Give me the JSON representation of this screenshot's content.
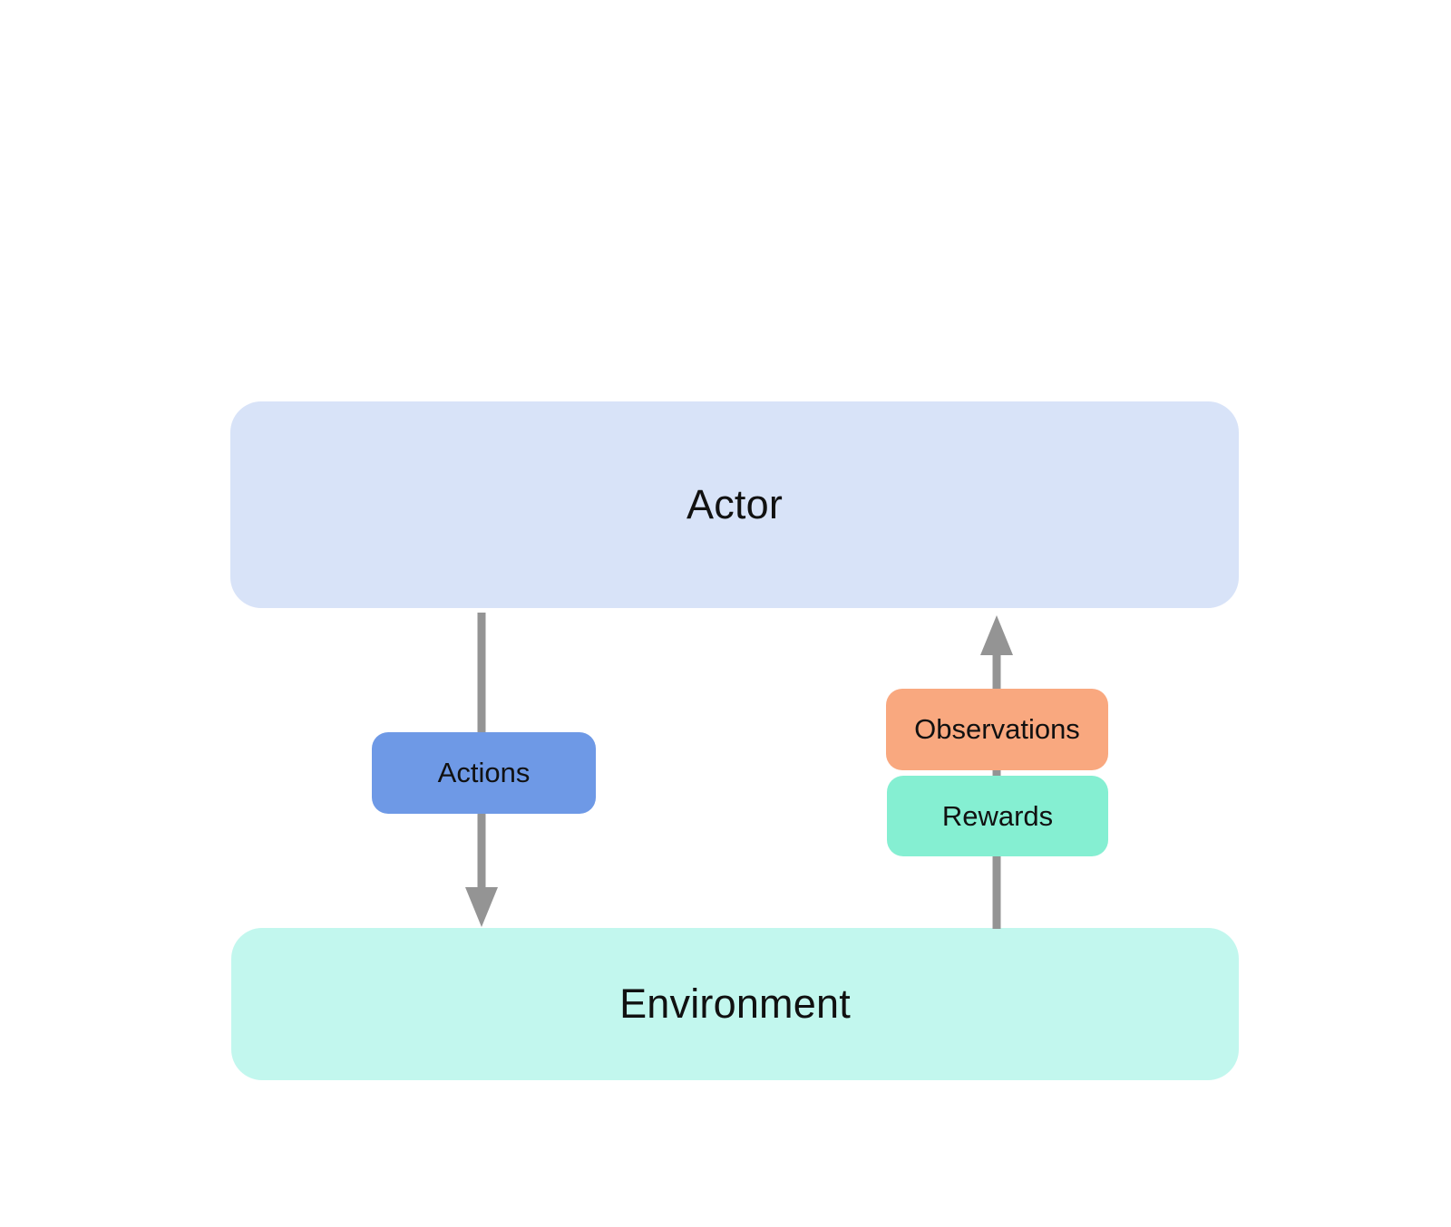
{
  "colors": {
    "background": "#ffffff",
    "text": "#111111",
    "actor_fill": "#d8e3f8",
    "environment_fill": "#c2f7ee",
    "actions_fill": "#6e99e6",
    "observations_fill": "#f9a87f",
    "rewards_fill": "#85efd2",
    "arrow": "#949494"
  },
  "nodes": {
    "actor": {
      "label": "Actor"
    },
    "environment": {
      "label": "Environment"
    }
  },
  "edges": {
    "actions": {
      "label": "Actions",
      "direction": "down",
      "from": "Actor",
      "to": "Environment"
    },
    "observations": {
      "label": "Observations",
      "direction": "up",
      "from": "Environment",
      "to": "Actor"
    },
    "rewards": {
      "label": "Rewards",
      "direction": "up",
      "from": "Environment",
      "to": "Actor"
    }
  }
}
